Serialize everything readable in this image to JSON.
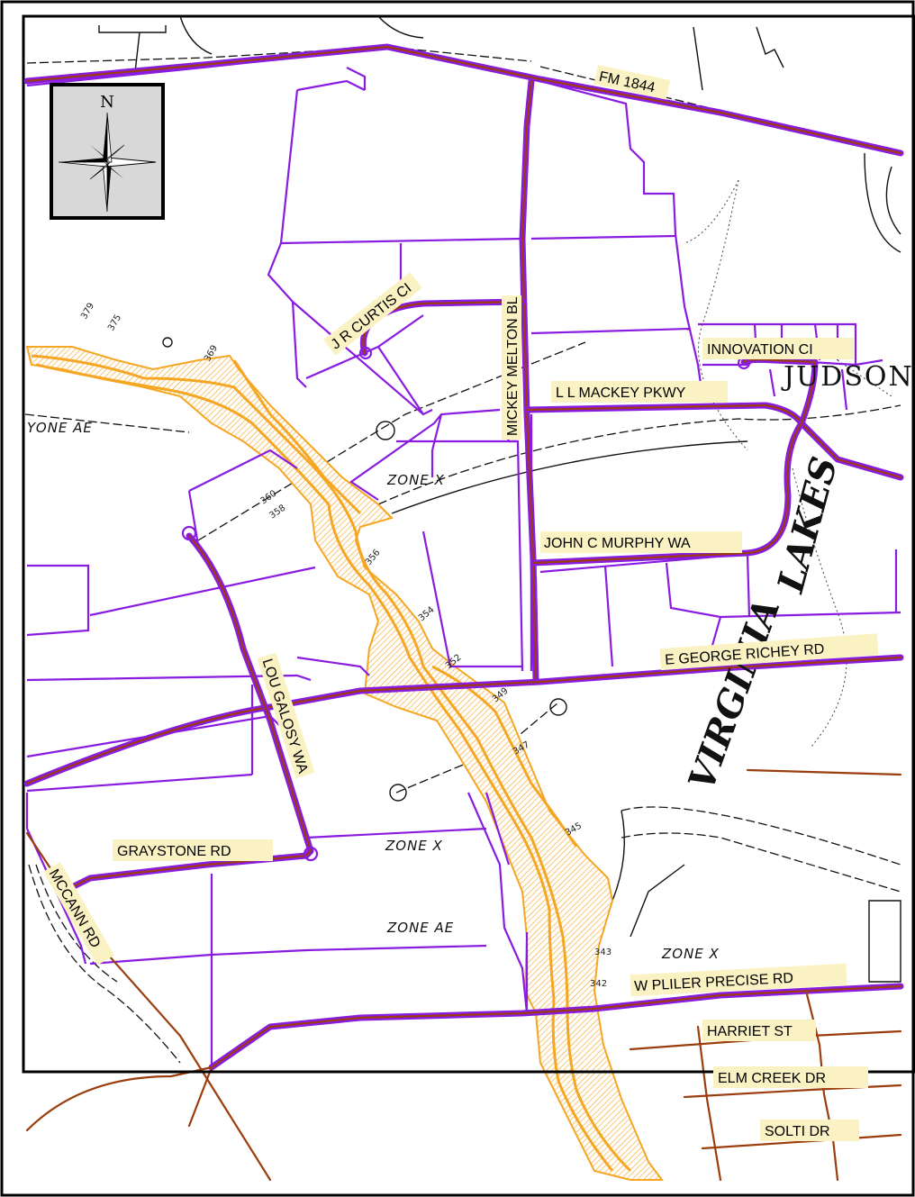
{
  "map": {
    "compass": {
      "letter": "N"
    },
    "streets": {
      "fm1844": "FM 1844",
      "jr_curtis": "J R CURTIS CI",
      "mickey_melton": "MICKEY MELTON BL",
      "innovation": "INNOVATION CI",
      "ll_mackey": "L L MACKEY PKWY",
      "john_murphy": "JOHN C MURPHY WA",
      "george_richey": "E GEORGE RICHEY RD",
      "lou_galosy": "LOU GALOSY WA",
      "graystone": "GRAYSTONE RD",
      "mccann": "MCCANN RD",
      "pliler": "W PLILER PRECISE RD",
      "harriet": "HARRIET ST",
      "elm_creek": "ELM CREEK DR",
      "solti": "SOLTI DR"
    },
    "zones": {
      "ae_top": "YONE AE",
      "x_center": "ZONE X",
      "x_lower": "ZONE X",
      "ae_lower": "ZONE AE",
      "x_right": "ZONE X"
    },
    "basemap_text": {
      "judson": "JUDSON",
      "lakes": "LAKES",
      "virginia": "VIRGINIA"
    },
    "contours": [
      "379",
      "375",
      "369",
      "360",
      "358",
      "356",
      "354",
      "352",
      "349",
      "347",
      "345",
      "343",
      "342"
    ],
    "colors": {
      "parcel": "#8a1be0",
      "road": "#9b3d0c",
      "floodplain": "#f5a623",
      "label_background": "#fbf2c4"
    }
  }
}
